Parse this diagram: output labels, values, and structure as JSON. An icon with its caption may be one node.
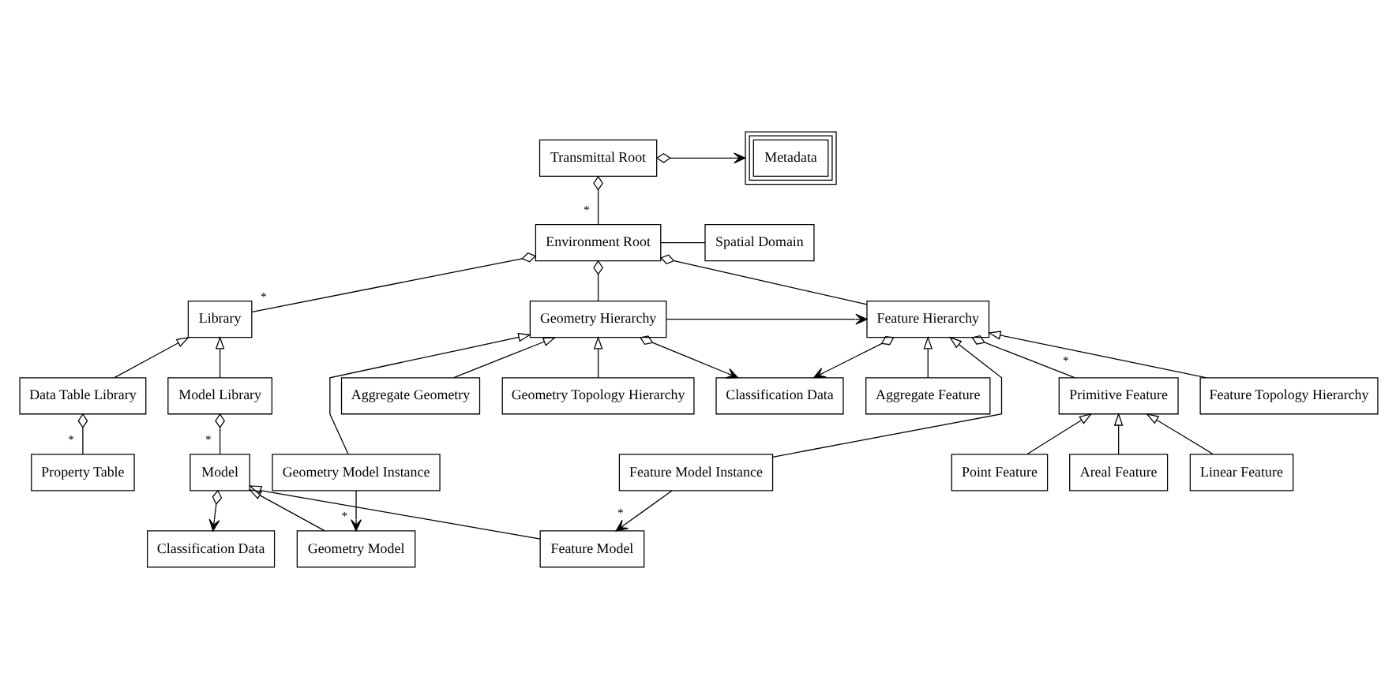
{
  "diagram": {
    "nodes": [
      {
        "text": [
          "Transmittal Root"
        ]
      },
      {
        "text": [
          "Metadata"
        ]
      },
      {
        "text": [
          "Environment Root"
        ]
      },
      {
        "text": [
          "Spatial Domain"
        ]
      },
      {
        "text": [
          "Library"
        ]
      },
      {
        "text": [
          "Geometry Hierarchy"
        ]
      },
      {
        "text": [
          "Feature Hierarchy"
        ]
      },
      {
        "text": [
          "Primitive Feature"
        ]
      },
      {
        "text": [
          "Model Library"
        ]
      },
      {
        "text": [
          "Classification Data"
        ]
      },
      {
        "text": [
          "Geometry Topology Hierarchy"
        ]
      },
      {
        "text": [
          "Feature Topology Hierarchy"
        ]
      },
      {
        "text": [
          "Data Table Library"
        ]
      },
      {
        "text": [
          "Aggregate Geometry"
        ]
      },
      {
        "text": [
          "Aggregate Feature"
        ]
      },
      {
        "text": [
          "Areal Feature"
        ]
      },
      {
        "text": [
          "Geometry Model Instance"
        ]
      },
      {
        "text": [
          "Feature Model Instance"
        ]
      },
      {
        "text": [
          "Linear Feature"
        ]
      },
      {
        "text": [
          "Property Table"
        ]
      },
      {
        "text": [
          "Model"
        ]
      },
      {
        "text": [
          "Classification Data"
        ]
      },
      {
        "text": [
          "Geometry Model"
        ]
      },
      {
        "text": [
          "Feature Model"
        ]
      },
      {
        "text": [
          "Point Feature"
        ]
      }
    ],
    "edges": [
      {
        "from": 0,
        "to": 1,
        "arrow": "to"
      },
      {
        "from": 0,
        "to": 2,
        "arrow": "other",
        "label": "*"
      },
      {
        "from": 2,
        "to": 3,
        "arrow": "none"
      },
      {
        "from": 2,
        "to": 4,
        "arrow": "other",
        "label": "*"
      },
      {
        "from": 2,
        "to": 5,
        "arrow": "other"
      },
      {
        "from": 2,
        "to": 6,
        "arrow": "other"
      },
      {
        "from": 5,
        "to": 6,
        "arrow": "to"
      },
      {
        "from": 6,
        "to": 7,
        "arrow": "other",
        "label": "*"
      },
      {
        "from": 8,
        "to": 4,
        "arrow": "to"
      },
      {
        "from": 12,
        "to": 4,
        "arrow": "to"
      },
      {
        "from": 8,
        "to": 20,
        "arrow": "other",
        "label": "*"
      },
      {
        "from": 5,
        "to": 9,
        "arrow": "to"
      },
      {
        "from": 6,
        "to": 9,
        "arrow": "to"
      },
      {
        "from": 10,
        "to": 5,
        "arrow": "to"
      },
      {
        "from": 13,
        "to": 5,
        "arrow": "to"
      },
      {
        "from": 16,
        "to": 5,
        "arrow": "to"
      },
      {
        "from": 14,
        "to": 6,
        "arrow": "to"
      },
      {
        "from": 17,
        "to": 6,
        "arrow": "to"
      },
      {
        "from": 11,
        "to": 6,
        "arrow": "to"
      },
      {
        "from": 15,
        "to": 7,
        "arrow": "to"
      },
      {
        "from": 18,
        "to": 7,
        "arrow": "to"
      },
      {
        "from": 24,
        "to": 7,
        "arrow": "to"
      },
      {
        "from": 12,
        "to": 19,
        "arrow": "other",
        "label": "*"
      },
      {
        "from": 20,
        "to": 21,
        "arrow": "to"
      },
      {
        "from": 16,
        "to": 22,
        "arrow": "to",
        "label": "*"
      },
      {
        "from": 17,
        "to": 23,
        "arrow": "to",
        "label": "*"
      },
      {
        "from": 22,
        "to": 20,
        "arrow": "to"
      },
      {
        "from": 23,
        "to": 20,
        "arrow": "to"
      }
    ]
  }
}
